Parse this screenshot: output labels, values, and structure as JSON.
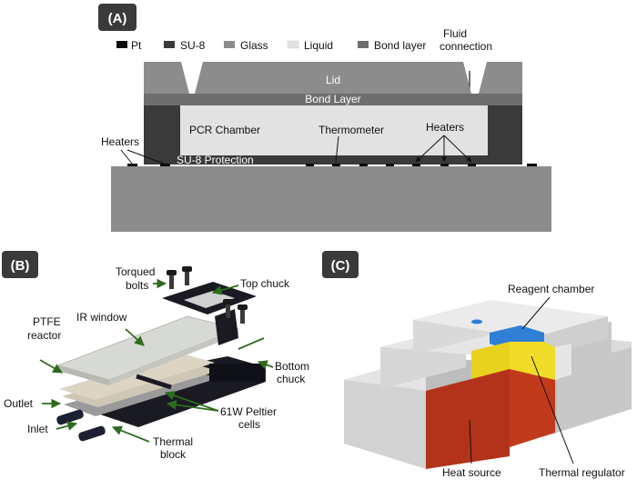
{
  "panels": {
    "a": {
      "tag": "(A)",
      "legend": [
        {
          "label": "Pt",
          "color": "#0a0a0a"
        },
        {
          "label": "SU-8",
          "color": "#3a3a3a"
        },
        {
          "label": "Glass",
          "color": "#8c8c8c"
        },
        {
          "label": "Liquid",
          "color": "#e2e2e2"
        },
        {
          "label": "Bond layer",
          "color": "#6e6e6e"
        }
      ],
      "fluid_connection_line1": "Fluid",
      "fluid_connection_line2": "connection",
      "lid": "Lid",
      "bond_layer": "Bond Layer",
      "pcr_chamber": "PCR Chamber",
      "thermometer": "Thermometer",
      "heaters_right": "Heaters",
      "heaters_left": "Heaters",
      "su8_protection": "SU-8 Protection"
    },
    "b": {
      "tag": "(B)",
      "torqued_bolts_line1": "Torqued",
      "torqued_bolts_line2": "bolts",
      "top_chuck": "Top chuck",
      "ir_window": "IR window",
      "ptfe_line1": "PTFE",
      "ptfe_line2": "reactor",
      "bottom_chuck_line1": "Bottom",
      "bottom_chuck_line2": "chuck",
      "outlet": "Outlet",
      "inlet": "Inlet",
      "peltier_line1": "61W Peltier",
      "peltier_line2": "cells",
      "thermal_block_line1": "Thermal",
      "thermal_block_line2": "block"
    },
    "c": {
      "tag": "(C)",
      "reagent_chamber": "Reagent chamber",
      "heat_source": "Heat source",
      "thermal_regulator": "Thermal regulator"
    }
  }
}
